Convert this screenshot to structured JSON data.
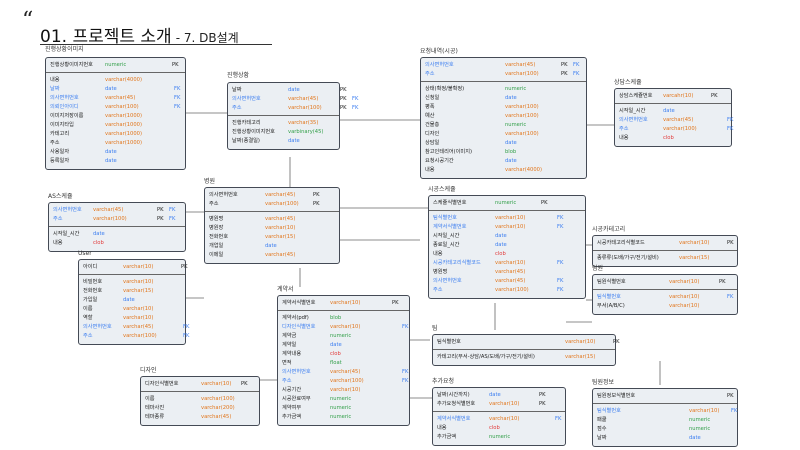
{
  "header": {
    "quote_mark": "“",
    "title": "01. 프로젝트 소개",
    "subtitle": "- 7. DB설계"
  },
  "legend": {
    "color_primary": "#e2761c",
    "color_foreign": "#3c7ef0",
    "color_bool": "#33a04a",
    "color_clob": "#e23a3a"
  },
  "tables": {
    "progress_img": {
      "label": "진행상황이미지",
      "pk": [
        {
          "name": "진행상황이미지번호",
          "type": "numeric",
          "k1": "PK",
          "k2": "",
          "nc": "",
          "tc": "green"
        }
      ],
      "rows": [
        {
          "name": "내용",
          "type": "varchar(4000)",
          "k1": "",
          "k2": "",
          "nc": "",
          "tc": ""
        },
        {
          "name": "날짜",
          "type": "date",
          "k1": "",
          "k2": "FK",
          "nc": "blue",
          "tc": "blue"
        },
        {
          "name": "의사면허번호",
          "type": "varchar(45)",
          "k1": "",
          "k2": "FK",
          "nc": "blue",
          "tc": ""
        },
        {
          "name": "의뢰인아이디",
          "type": "varchar(100)",
          "k1": "",
          "k2": "FK",
          "nc": "blue",
          "tc": ""
        },
        {
          "name": "이미지저장이름",
          "type": "varchar(1000)",
          "k1": "",
          "k2": "",
          "nc": "",
          "tc": ""
        },
        {
          "name": "이미지타입",
          "type": "varchar(1000)",
          "k1": "",
          "k2": "",
          "nc": "",
          "tc": ""
        },
        {
          "name": "카테고리",
          "type": "varchar(1000)",
          "k1": "",
          "k2": "",
          "nc": "",
          "tc": ""
        },
        {
          "name": "주소",
          "type": "varchar(1000)",
          "k1": "",
          "k2": "",
          "nc": "",
          "tc": ""
        },
        {
          "name": "사용일자",
          "type": "date",
          "k1": "",
          "k2": "",
          "nc": "",
          "tc": "blue"
        },
        {
          "name": "등록일자",
          "type": "date",
          "k1": "",
          "k2": "",
          "nc": "",
          "tc": "blue"
        }
      ]
    },
    "progress": {
      "label": "진행상황",
      "pk": [
        {
          "name": "날짜",
          "type": "date",
          "k1": "PK",
          "k2": "",
          "nc": "",
          "tc": "blue"
        },
        {
          "name": "의사면허번호",
          "type": "varchar(45)",
          "k1": "PK",
          "k2": "FK",
          "nc": "blue",
          "tc": ""
        },
        {
          "name": "주소",
          "type": "varchar(100)",
          "k1": "PK",
          "k2": "FK",
          "nc": "blue",
          "tc": ""
        }
      ],
      "rows": [
        {
          "name": "진행카테고리",
          "type": "varchar(35)",
          "k1": "",
          "k2": "",
          "nc": "",
          "tc": ""
        },
        {
          "name": "진행상황이미지번호",
          "type": "varbinary(45)",
          "k1": "",
          "k2": "",
          "nc": "",
          "tc": "green"
        },
        {
          "name": "날짜(종결일)",
          "type": "date",
          "k1": "",
          "k2": "",
          "nc": "",
          "tc": "blue"
        }
      ]
    },
    "request": {
      "label": "요청내역(시공)",
      "pk": [
        {
          "name": "의사면허번호",
          "type": "varchar(45)",
          "k1": "PK",
          "k2": "FK",
          "nc": "blue",
          "tc": ""
        },
        {
          "name": "주소",
          "type": "varchar(100)",
          "k1": "PK",
          "k2": "FK",
          "nc": "blue",
          "tc": ""
        }
      ],
      "rows": [
        {
          "name": "상태(확정/불확정)",
          "type": "numeric",
          "k1": "",
          "k2": "",
          "nc": "",
          "tc": "green"
        },
        {
          "name": "신청일",
          "type": "date",
          "k1": "",
          "k2": "",
          "nc": "",
          "tc": "blue"
        },
        {
          "name": "평폭",
          "type": "varchar(100)",
          "k1": "",
          "k2": "",
          "nc": "",
          "tc": ""
        },
        {
          "name": "예산",
          "type": "varchar(100)",
          "k1": "",
          "k2": "",
          "nc": "",
          "tc": ""
        },
        {
          "name": "건물층",
          "type": "numeric",
          "k1": "",
          "k2": "",
          "nc": "",
          "tc": "green"
        },
        {
          "name": "디자인",
          "type": "varchar(100)",
          "k1": "",
          "k2": "",
          "nc": "",
          "tc": ""
        },
        {
          "name": "상담일",
          "type": "date",
          "k1": "",
          "k2": "",
          "nc": "",
          "tc": "blue"
        },
        {
          "name": "참고인테리어(이미지)",
          "type": "blob",
          "k1": "",
          "k2": "",
          "nc": "",
          "tc": "green"
        },
        {
          "name": "요청시공기간",
          "type": "date",
          "k1": "",
          "k2": "",
          "nc": "",
          "tc": "blue"
        },
        {
          "name": "내용",
          "type": "varchar(4000)",
          "k1": "",
          "k2": "",
          "nc": "",
          "tc": ""
        }
      ]
    },
    "consult_time": {
      "label": "상담스케쥴",
      "pk": [
        {
          "name": "상담스케쥴번호",
          "type": "varcahr(10)",
          "k1": "PK",
          "k2": "",
          "nc": "",
          "tc": ""
        }
      ],
      "rows": [
        {
          "name": "시작일_시간",
          "type": "date",
          "k1": "",
          "k2": "",
          "nc": "",
          "tc": "blue"
        },
        {
          "name": "의사면허번호",
          "type": "varchar(45)",
          "k1": "",
          "k2": "FK",
          "nc": "blue",
          "tc": ""
        },
        {
          "name": "주소",
          "type": "varchar(100)",
          "k1": "",
          "k2": "FK",
          "nc": "blue",
          "tc": ""
        },
        {
          "name": "내용",
          "type": "clob",
          "k1": "",
          "k2": "",
          "nc": "",
          "tc": "red"
        }
      ]
    },
    "as_schedule": {
      "label": "AS스케쥴",
      "pk": [
        {
          "name": "의사면허번호",
          "type": "varchar(45)",
          "k1": "PK",
          "k2": "FK",
          "nc": "blue",
          "tc": ""
        },
        {
          "name": "주소",
          "type": "varchar(100)",
          "k1": "PK",
          "k2": "FK",
          "nc": "blue",
          "tc": ""
        }
      ],
      "rows": [
        {
          "name": "시작일_시간",
          "type": "date",
          "k1": "",
          "k2": "",
          "nc": "",
          "tc": "blue"
        },
        {
          "name": "내용",
          "type": "clob",
          "k1": "",
          "k2": "",
          "nc": "",
          "tc": "red"
        }
      ]
    },
    "hospital": {
      "label": "병원",
      "pk": [
        {
          "name": "의사면허번호",
          "type": "varchar(45)",
          "k1": "PK",
          "k2": "",
          "nc": "",
          "tc": ""
        },
        {
          "name": "주소",
          "type": "varchar(100)",
          "k1": "PK",
          "k2": "",
          "nc": "",
          "tc": ""
        }
      ],
      "rows": [
        {
          "name": "병원명",
          "type": "varchar(45)",
          "k1": "",
          "k2": "",
          "nc": "",
          "tc": ""
        },
        {
          "name": "병원장",
          "type": "varchar(10)",
          "k1": "",
          "k2": "",
          "nc": "",
          "tc": ""
        },
        {
          "name": "전화번호",
          "type": "varchar(15)",
          "k1": "",
          "k2": "",
          "nc": "",
          "tc": ""
        },
        {
          "name": "개업일",
          "type": "date",
          "k1": "",
          "k2": "",
          "nc": "",
          "tc": "blue"
        },
        {
          "name": "이메일",
          "type": "varchar(45)",
          "k1": "",
          "k2": "",
          "nc": "",
          "tc": ""
        }
      ]
    },
    "user": {
      "label": "User",
      "pk": [
        {
          "name": "아이디",
          "type": "varchar(10)",
          "k1": "PK",
          "k2": "",
          "nc": "",
          "tc": ""
        }
      ],
      "rows": [
        {
          "name": "비밀번호",
          "type": "varchar(10)",
          "k1": "",
          "k2": "",
          "nc": "",
          "tc": ""
        },
        {
          "name": "전화번호",
          "type": "varchar(15)",
          "k1": "",
          "k2": "",
          "nc": "",
          "tc": ""
        },
        {
          "name": "가입일",
          "type": "date",
          "k1": "",
          "k2": "",
          "nc": "",
          "tc": "blue"
        },
        {
          "name": "이름",
          "type": "varchar(10)",
          "k1": "",
          "k2": "",
          "nc": "",
          "tc": ""
        },
        {
          "name": "역할",
          "type": "varchar(10)",
          "k1": "",
          "k2": "",
          "nc": "",
          "tc": ""
        },
        {
          "name": "의사면허번호",
          "type": "varchar(45)",
          "k1": "",
          "k2": "FK",
          "nc": "blue",
          "tc": ""
        },
        {
          "name": "주소",
          "type": "varchar(100)",
          "k1": "",
          "k2": "FK",
          "nc": "blue",
          "tc": ""
        }
      ]
    },
    "designer": {
      "label": "디자인",
      "pk": [
        {
          "name": "디자인식별번호",
          "type": "varchar(10)",
          "k1": "PK",
          "k2": "",
          "nc": "",
          "tc": ""
        }
      ],
      "rows": [
        {
          "name": "이름",
          "type": "varchar(100)",
          "k1": "",
          "k2": "",
          "nc": "",
          "tc": ""
        },
        {
          "name": "테마사진",
          "type": "varchar(200)",
          "k1": "",
          "k2": "",
          "nc": "",
          "tc": ""
        },
        {
          "name": "테마종류",
          "type": "varchar(45)",
          "k1": "",
          "k2": "",
          "nc": "",
          "tc": ""
        }
      ]
    },
    "contract": {
      "label": "계약서",
      "pk": [
        {
          "name": "계약서식별번호",
          "type": "varchar(10)",
          "k1": "PK",
          "k2": "",
          "nc": "",
          "tc": ""
        }
      ],
      "rows": [
        {
          "name": "계약서(pdf)",
          "type": "blob",
          "k1": "",
          "k2": "",
          "nc": "",
          "tc": "green"
        },
        {
          "name": "디자인식별번호",
          "type": "varchar(10)",
          "k1": "",
          "k2": "FK",
          "nc": "blue",
          "tc": ""
        },
        {
          "name": "계약금",
          "type": "numeric",
          "k1": "",
          "k2": "",
          "nc": "",
          "tc": "green"
        },
        {
          "name": "계약일",
          "type": "date",
          "k1": "",
          "k2": "",
          "nc": "",
          "tc": "blue"
        },
        {
          "name": "계약내용",
          "type": "clob",
          "k1": "",
          "k2": "",
          "nc": "",
          "tc": "red"
        },
        {
          "name": "면적",
          "type": "float",
          "k1": "",
          "k2": "",
          "nc": "",
          "tc": "green"
        },
        {
          "name": "의사면허번호",
          "type": "varchar(45)",
          "k1": "",
          "k2": "FK",
          "nc": "blue",
          "tc": ""
        },
        {
          "name": "주소",
          "type": "varchar(100)",
          "k1": "",
          "k2": "FK",
          "nc": "blue",
          "tc": ""
        },
        {
          "name": "시공기간",
          "type": "varchar(10)",
          "k1": "",
          "k2": "",
          "nc": "",
          "tc": ""
        },
        {
          "name": "시공완료여부",
          "type": "numeric",
          "k1": "",
          "k2": "",
          "nc": "",
          "tc": "green"
        },
        {
          "name": "계약여부",
          "type": "numeric",
          "k1": "",
          "k2": "",
          "nc": "",
          "tc": "green"
        },
        {
          "name": "추가금액",
          "type": "numeric",
          "k1": "",
          "k2": "",
          "nc": "",
          "tc": "green"
        }
      ]
    },
    "construction_schedule": {
      "label": "시공스케쥴",
      "pk": [
        {
          "name": "스케쥴식별번호",
          "type": "numeric",
          "k1": "PK",
          "k2": "",
          "nc": "",
          "tc": "green"
        }
      ],
      "rows": [
        {
          "name": "팀식별번호",
          "type": "varchar(10)",
          "k1": "",
          "k2": "FK",
          "nc": "blue",
          "tc": ""
        },
        {
          "name": "계약서식별번호",
          "type": "varchar(10)",
          "k1": "",
          "k2": "FK",
          "nc": "blue",
          "tc": ""
        },
        {
          "name": "시작일_시간",
          "type": "date",
          "k1": "",
          "k2": "",
          "nc": "",
          "tc": "blue"
        },
        {
          "name": "종료일_시간",
          "type": "date",
          "k1": "",
          "k2": "",
          "nc": "",
          "tc": "blue"
        },
        {
          "name": "내용",
          "type": "clob",
          "k1": "",
          "k2": "",
          "nc": "",
          "tc": "red"
        },
        {
          "name": "시공카테고리식별코드",
          "type": "varchar(10)",
          "k1": "",
          "k2": "FK",
          "nc": "blue",
          "tc": ""
        },
        {
          "name": "병원명",
          "type": "varchar(45)",
          "k1": "",
          "k2": "",
          "nc": "",
          "tc": ""
        },
        {
          "name": "의사면허번호",
          "type": "varchar(45)",
          "k1": "",
          "k2": "FK",
          "nc": "blue",
          "tc": ""
        },
        {
          "name": "주소",
          "type": "varchar(100)",
          "k1": "",
          "k2": "FK",
          "nc": "blue",
          "tc": ""
        }
      ]
    },
    "construction_category": {
      "label": "시공카테고리",
      "pk": [
        {
          "name": "시공카테고리식별코드",
          "type": "varchar(10)",
          "k1": "PK",
          "k2": "",
          "nc": "",
          "tc": ""
        }
      ],
      "rows": [
        {
          "name": "종류류(도배/가구/전기/설비)",
          "type": "varchar(15)",
          "k1": "",
          "k2": "",
          "nc": "",
          "tc": ""
        }
      ]
    },
    "team_member": {
      "label": "팀원",
      "pk": [
        {
          "name": "팀원식별번호",
          "type": "varchar(10)",
          "k1": "PK",
          "k2": "",
          "nc": "",
          "tc": ""
        }
      ],
      "rows": [
        {
          "name": "팀식별번호",
          "type": "varchar(10)",
          "k1": "",
          "k2": "FK",
          "nc": "blue",
          "tc": ""
        },
        {
          "name": "부서(A/B/C)",
          "type": "varchar(10)",
          "k1": "",
          "k2": "",
          "nc": "",
          "tc": ""
        }
      ]
    },
    "team": {
      "label": "팀",
      "pk": [
        {
          "name": "팀식별번호",
          "type": "varchar(10)",
          "k1": "PK",
          "k2": "",
          "nc": "",
          "tc": ""
        }
      ],
      "rows": [
        {
          "name": "카테고리(부서-상담/AS/도배/가구/전기/설비)",
          "type": "varchar(15)",
          "k1": "",
          "k2": "",
          "nc": "",
          "tc": ""
        }
      ]
    },
    "extra_request": {
      "label": "추가요청",
      "pk": [
        {
          "name": "날짜(시간까지)",
          "type": "date",
          "k1": "PK",
          "k2": "",
          "nc": "",
          "tc": "blue"
        },
        {
          "name": "추가요청식별번호",
          "type": "varchar(10)",
          "k1": "PK",
          "k2": "",
          "nc": "",
          "tc": ""
        }
      ],
      "rows": [
        {
          "name": "계약서식별번호",
          "type": "varchar(10)",
          "k1": "",
          "k2": "FK",
          "nc": "blue",
          "tc": ""
        },
        {
          "name": "내용",
          "type": "clob",
          "k1": "",
          "k2": "",
          "nc": "",
          "tc": "red"
        },
        {
          "name": "추가금액",
          "type": "numeric",
          "k1": "",
          "k2": "",
          "nc": "",
          "tc": "green"
        }
      ]
    },
    "member_info": {
      "label": "팀원정보",
      "pk": [
        {
          "name": "팀원정보식별번호",
          "type": "",
          "k1": "PK",
          "k2": "",
          "nc": "",
          "tc": ""
        }
      ],
      "rows": [
        {
          "name": "팀식별번호",
          "type": "varchar(10)",
          "k1": "",
          "k2": "FK",
          "nc": "blue",
          "tc": ""
        },
        {
          "name": "패쿨",
          "type": "numeric",
          "k1": "",
          "k2": "",
          "nc": "",
          "tc": "green"
        },
        {
          "name": "점수",
          "type": "numeric",
          "k1": "",
          "k2": "",
          "nc": "",
          "tc": "green"
        },
        {
          "name": "날짜",
          "type": "date",
          "k1": "",
          "k2": "",
          "nc": "",
          "tc": "blue"
        }
      ]
    }
  }
}
